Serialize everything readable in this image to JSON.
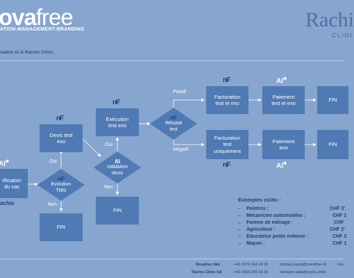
{
  "header": {
    "logo_nova": "ova",
    "logo_free": "free",
    "logo_tag": "ATION-MANAGEMENT-BRANDING",
    "logo_rachis": "Rachi",
    "logo_clinic": "CLINI",
    "subtitle": "nation AI & Rachis Clinic"
  },
  "diagram": {
    "nodes": {
      "notification": "tification\ndu cas",
      "devis": "Devis test\nexo",
      "execution": "Exécution\ntest exo",
      "fin_left": "FIN",
      "fin_mid": "FIN",
      "fact_test_exo": "Facturation\ntest et exo",
      "paiement_test_exo": "Paiement\ntest et exo",
      "fin_top_right": "FIN",
      "fact_test_uniq": "Facturation\ntest\nuniquement",
      "paiement_test": "Paiement\ntest",
      "fin_bottom_right": "FIN"
    },
    "decisions": {
      "evaluation": "Evolution\nTMS",
      "validation": "Validation\ndevis",
      "resultat": "Résutat\ntest"
    },
    "edges": {
      "oui_left": "Oui",
      "non_left": "Non",
      "oui_mid": "Oui",
      "non_mid": "Non",
      "positif": "Positif",
      "negatif": "Négatif"
    },
    "icons": {
      "nf": "nF",
      "ai": "AI",
      "rachis_small": "achis"
    }
  },
  "costs": {
    "title": "Exemples coûts :",
    "items": [
      {
        "dash": "–",
        "name": "Peintres :",
        "price": "CHF 3'"
      },
      {
        "dash": "–",
        "name": "Mécanicien automobiles :",
        "price": "CHF 1"
      },
      {
        "dash": "–",
        "name": "Femme de ménage :",
        "price": "CHF"
      },
      {
        "dash": "–",
        "name": "Agriculteur :",
        "price": "CHF 2'"
      },
      {
        "dash": "–",
        "name": "Educatrice petite enfance :",
        "price": "CHF 2"
      },
      {
        "dash": "–",
        "name": "Maçon :",
        "price": "CHF 1"
      }
    ]
  },
  "footer": {
    "novafree_name": "Novafree Sàrl",
    "novafree_phone": "+41 0379 244 24 26",
    "novafree_email": "nicolas.wuest@novafree.ch",
    "rachis_name": "Rachis Clinic SA",
    "rachis_phone": "+41 0358 255 43 33",
    "rachis_email": "damiano.sabi@rachis.clinic",
    "extra": "nov"
  }
}
